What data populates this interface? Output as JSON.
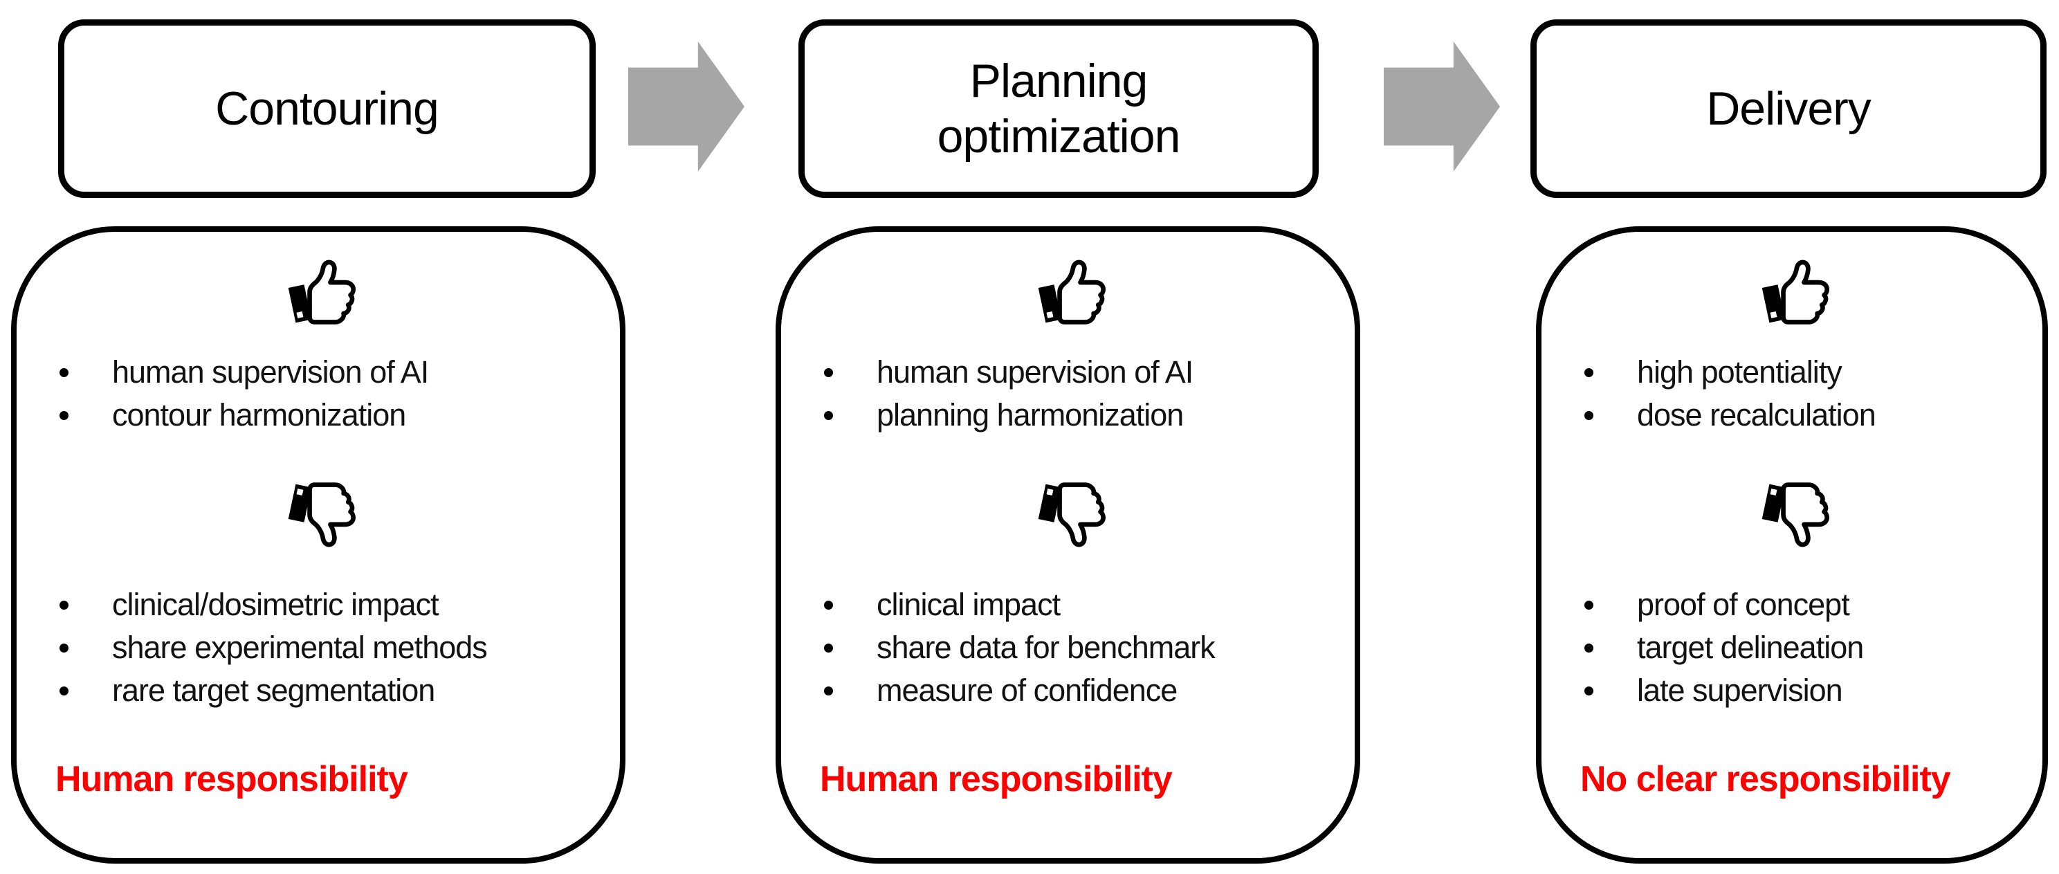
{
  "diagram": {
    "columns": [
      {
        "title": "Contouring",
        "pros": [
          "human supervision of AI",
          "contour harmonization"
        ],
        "cons": [
          "clinical/dosimetric impact",
          "share experimental methods",
          "rare target segmentation"
        ],
        "verdict": "Human responsibility"
      },
      {
        "title": "Planning optimization",
        "pros": [
          "human supervision of AI",
          "planning harmonization"
        ],
        "cons": [
          "clinical impact",
          "share data for benchmark",
          "measure of confidence"
        ],
        "verdict": "Human responsibility"
      },
      {
        "title": "Delivery",
        "pros": [
          "high potentiality",
          "dose recalculation"
        ],
        "cons": [
          "proof of concept",
          "target delineation",
          "late supervision"
        ],
        "verdict": "No clear responsibility"
      }
    ],
    "icons": {
      "pros": "thumbs-up",
      "cons": "thumbs-down",
      "connector": "right-arrow"
    },
    "colors": {
      "arrow": "#a6a6a6",
      "verdict_text": "#ff0000",
      "outline": "#000000",
      "background": "#ffffff"
    }
  }
}
